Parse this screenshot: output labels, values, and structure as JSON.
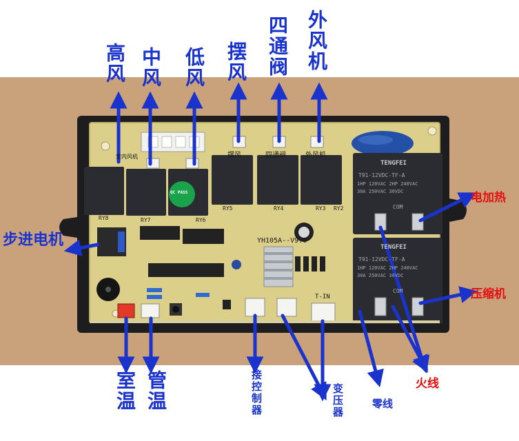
{
  "labels": {
    "high_fan": "高风",
    "mid_fan": "中风",
    "low_fan": "低风",
    "swing": "摆风",
    "four_way_valve": "四通阀",
    "outdoor_fan": "外风机",
    "stepper_motor": "步进电机",
    "electric_heat": "电加热",
    "compressor": "压缩机",
    "live_wire": "火线",
    "neutral_wire": "零线",
    "transformer": "变压器",
    "controller": "接控制器",
    "room_temp": "室温",
    "pipe_temp": "管温"
  },
  "board": {
    "model": "YH105A--V9.0",
    "relay_brand": "TENGFEI",
    "relay_model": "T91-12VDC-TF-A",
    "relay_rating_1": "1HP 120VAC 2HP 240VAC",
    "relay_rating_2": "30A 250VAC 30VDC",
    "qc_sticker": "QC PASS",
    "silk_swing": "摆风",
    "silk_four_way": "四通阀",
    "silk_outdoor": "外风机",
    "silk_indoor_fan": "室内风机",
    "silk_tin": "T-IN",
    "silk_com": "COM",
    "relays": [
      "RY8",
      "RY7",
      "RY6",
      "RY5",
      "RY4",
      "RY3",
      "RY2"
    ]
  },
  "colors": {
    "label_blue": "#1a33cc",
    "label_red": "#e01010",
    "pcb": "#dccf8a",
    "relay": "#2a2c31",
    "bg_tan": "#c9a27c"
  }
}
